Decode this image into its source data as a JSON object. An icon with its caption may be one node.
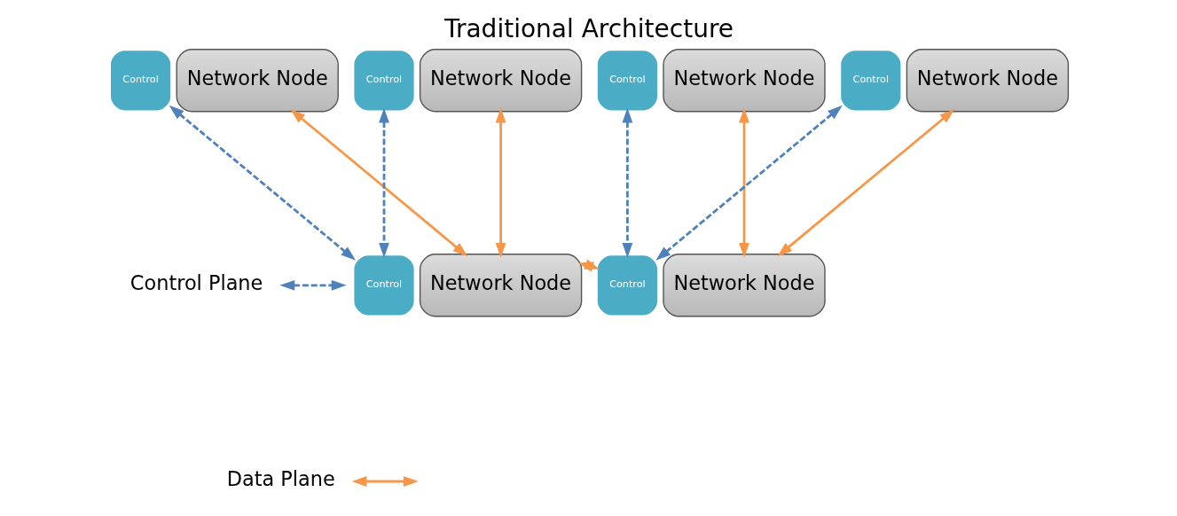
{
  "diagram": {
    "title": "Traditional Architecture",
    "nodes": [
      {
        "text": [
          "Control"
        ]
      },
      {
        "text": [
          "Network Node"
        ]
      },
      {
        "text": [
          "Control"
        ]
      },
      {
        "text": [
          "Network Node"
        ]
      },
      {
        "text": [
          "Control"
        ]
      },
      {
        "text": [
          "Network Node"
        ]
      },
      {
        "text": [
          "Control"
        ]
      },
      {
        "text": [
          "Network Node"
        ]
      },
      {
        "text": [
          "Control"
        ]
      },
      {
        "text": [
          "Network Node"
        ]
      },
      {
        "text": [
          "Control"
        ]
      },
      {
        "text": [
          "Network Node"
        ]
      }
    ],
    "edges": [
      {
        "from": 0,
        "to": 8,
        "arrow": "both",
        "style": "dashed",
        "color": "#4f81bd"
      },
      {
        "from": 1,
        "to": 9,
        "arrow": "both",
        "color": "#f79646"
      },
      {
        "from": 2,
        "to": 8,
        "arrow": "both",
        "style": "dashed",
        "color": "#4f81bd"
      },
      {
        "from": 3,
        "to": 9,
        "arrow": "both",
        "color": "#f79646"
      },
      {
        "from": 4,
        "to": 10,
        "arrow": "both",
        "style": "dashed",
        "color": "#4f81bd"
      },
      {
        "from": 5,
        "to": 11,
        "arrow": "both",
        "color": "#f79646"
      },
      {
        "from": 6,
        "to": 10,
        "arrow": "both",
        "style": "dashed",
        "color": "#4f81bd"
      },
      {
        "from": 7,
        "to": 11,
        "arrow": "both",
        "color": "#f79646"
      },
      {
        "from": 9,
        "to": 10,
        "arrow": "both",
        "color": "#f79646"
      }
    ],
    "legend": [
      {
        "text": "Control Plane"
      },
      {
        "text": "Data Plane"
      }
    ]
  }
}
